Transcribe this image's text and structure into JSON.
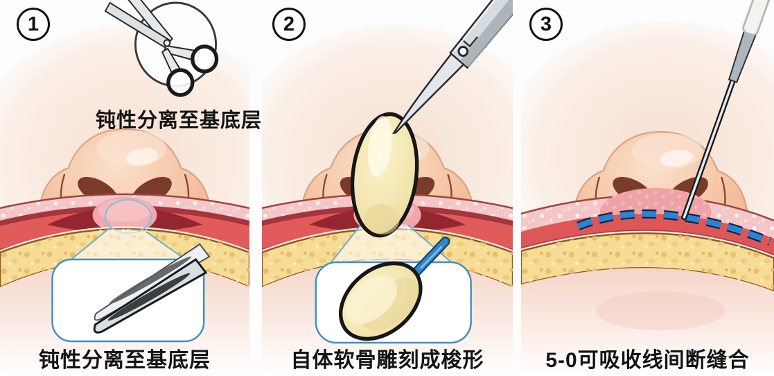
{
  "figure": {
    "type": "surgical-procedure-steps",
    "panels": [
      {
        "badge": "1",
        "annotation": "钝性分离至基底层",
        "caption": "钝性分离至基底层",
        "icons": [
          "scissors-icon",
          "forceps-tips-icon",
          "magnifier-callout"
        ]
      },
      {
        "badge": "2",
        "caption": "自体软骨雕刻成梭形",
        "icons": [
          "hemostat-icon",
          "cartilage-graft",
          "carved-cartilage",
          "carving-tool"
        ]
      },
      {
        "badge": "3",
        "caption": "5-0可吸收线间断缝合",
        "icons": [
          "suture-needle-icon",
          "suture-line"
        ]
      }
    ],
    "colors": {
      "suture_blue": "#2B83D6",
      "callout_border": "#3E8FC4",
      "cartilage_cream": "#F2E4AE",
      "bone_yellow": "#F7DC96",
      "muscle_red": "#E25B5B",
      "pocket_dark_red": "#93262F",
      "skin_peach": "#F3B896",
      "nostril_brown": "#7B3B2B"
    }
  }
}
